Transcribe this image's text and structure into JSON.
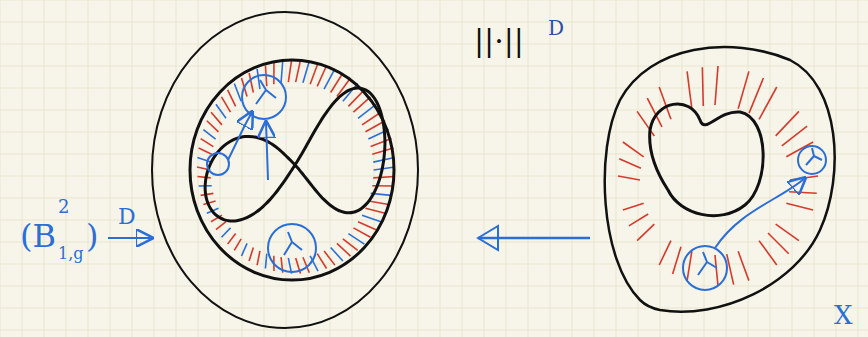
{
  "diagram": {
    "labels": [
      "||·||",
      "D",
      "(B",
      "2",
      "1,g",
      ")",
      "D",
      "X"
    ]
  }
}
